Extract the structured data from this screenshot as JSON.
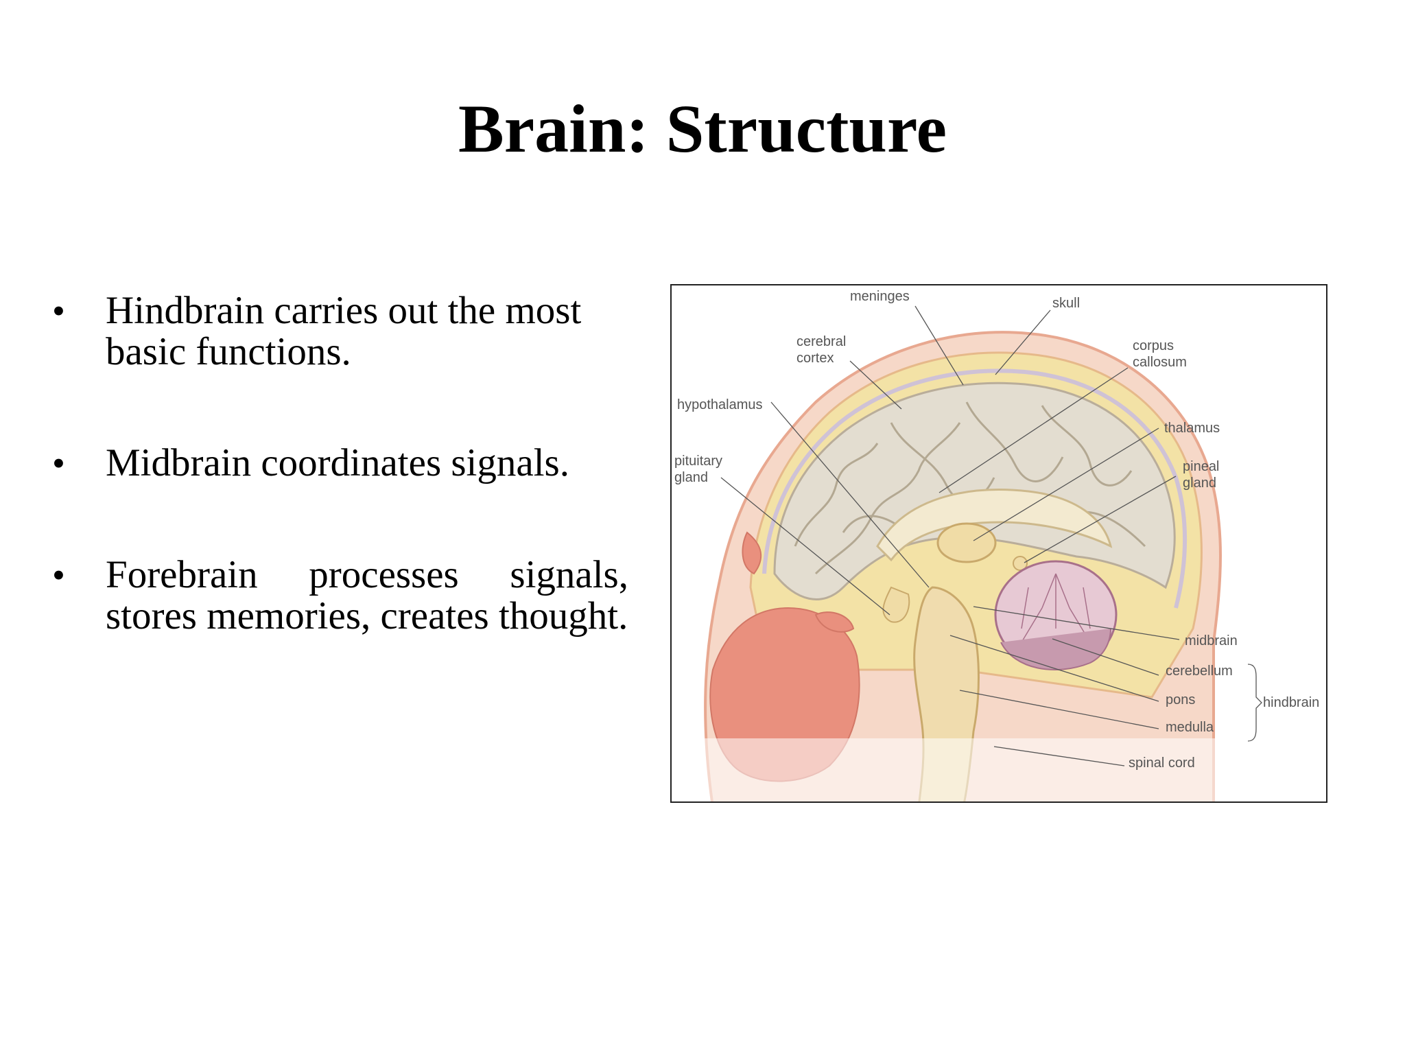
{
  "slide": {
    "title": "Brain: Structure"
  },
  "bullets": [
    {
      "marker": "•",
      "text": "Hindbrain carries out the most basic functions."
    },
    {
      "marker": "•",
      "text": "Midbrain coordinates signals."
    },
    {
      "marker": "•",
      "text": "Forebrain processes signals, stores memories, creates thought."
    }
  ],
  "figure": {
    "labels": {
      "meninges": "meninges",
      "skull": "skull",
      "cerebral_cortex_1": "cerebral",
      "cerebral_cortex_2": "cortex",
      "corpus_callosum_1": "corpus",
      "corpus_callosum_2": "callosum",
      "hypothalamus": "hypothalamus",
      "thalamus": "thalamus",
      "pituitary_gland_1": "pituitary",
      "pituitary_gland_2": "gland",
      "pineal_gland_1": "pineal",
      "pineal_gland_2": "gland",
      "midbrain": "midbrain",
      "cerebellum": "cerebellum",
      "pons": "pons",
      "medulla": "medulla",
      "hindbrain": "hindbrain",
      "spinal_cord": "spinal cord"
    }
  }
}
